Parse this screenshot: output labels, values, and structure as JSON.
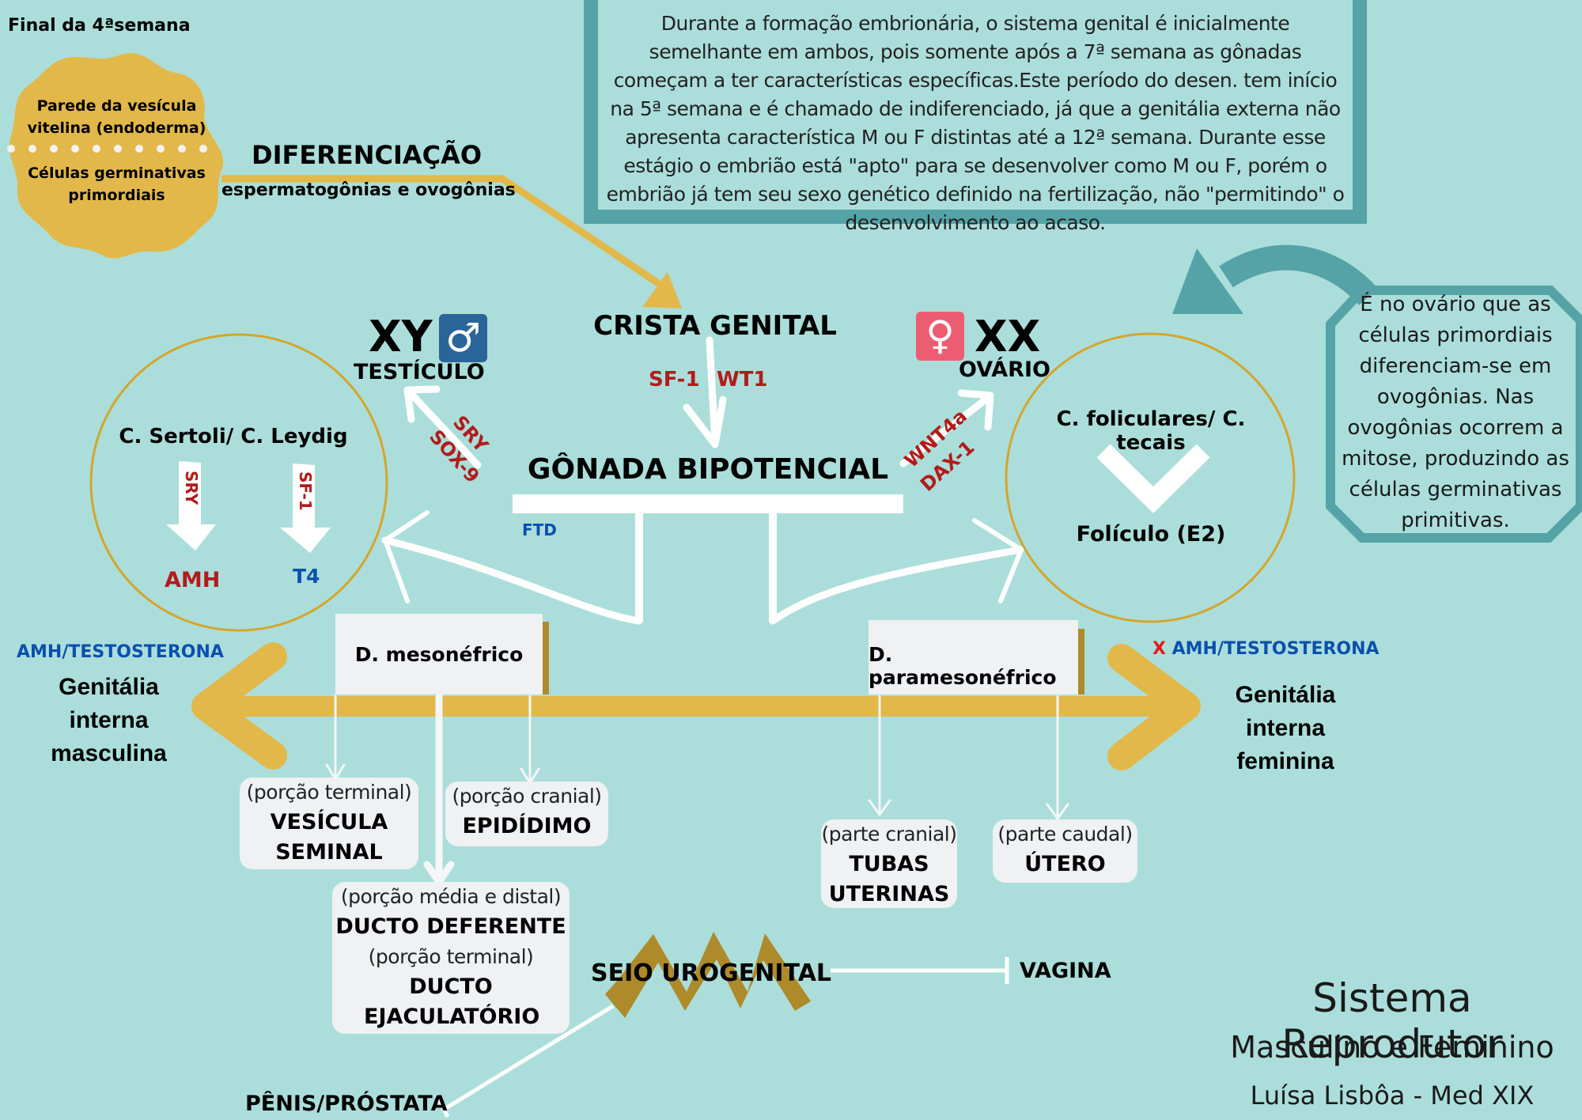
{
  "week_label": "Final da 4ªsemana",
  "badge": {
    "top_text": "Parede da vesícula vitelina (endoderma)",
    "bottom_text": "Células germinativas primordiais"
  },
  "differentiation": {
    "title": "DIFERENCIAÇÃO",
    "subtitle": "espermatogônias e ovogônias"
  },
  "intro_note": "Durante a formação embrionária, o sistema genital é inicialmente semelhante em ambos, pois somente após a 7ª semana as gônadas começam a ter características específicas.Este período do desen. tem início na 5ª semana e é chamado de indiferenciado, já que a genitália externa não apresenta característica M ou F distintas até a 12ª semana.  Durante esse estágio o embrião está \"apto\" para se desenvolver como M ou F, porém o embrião já tem seu sexo genético definido na fertilização, não \"permitindo\" o desenvolvimento ao acaso.",
  "crista": {
    "title": "CRISTA GENITAL",
    "factor_left": "SF-1",
    "factor_right": "WT1"
  },
  "gonada": {
    "title": "GÔNADA BIPOTENCIAL",
    "ftd": "FTD"
  },
  "male": {
    "karyotype": "XY",
    "symbol": "♂",
    "organ": "TESTÍCULO",
    "factor_1": "SRY",
    "factor_2": "SOX-9",
    "cells": "C. Sertoli/ C. Leydig",
    "arrow_left_label": "SRY",
    "arrow_right_label": "SF-1",
    "product_left": "AMH",
    "product_right": "T4",
    "hormone_label": "AMH/TESTOSTERONA",
    "internal_label": "Genitália interna masculina",
    "duct": "D. mesonéfrico",
    "derivatives": [
      {
        "sub": "(porção terminal)",
        "main": "VESÍCULA SEMINAL"
      },
      {
        "sub": "(porção cranial)",
        "main": "EPIDÍDIMO"
      },
      {
        "sub": "(porção média e distal)",
        "main": "DUCTO DEFERENTE",
        "sub2": "(porção terminal)",
        "main2": "DUCTO EJACULATÓRIO"
      }
    ]
  },
  "female": {
    "karyotype": "XX",
    "symbol": "♀",
    "organ": "OVÁRIO",
    "factor_1": "WNT4a",
    "factor_2": "DAX-1",
    "cells": "C. foliculares/ C. tecais",
    "product": "Folículo (E2)",
    "hormone_prefix": "X",
    "hormone_label": "AMH/TESTOSTERONA",
    "internal_label": "Genitália interna feminina",
    "duct": "D. paramesonéfrico",
    "derivatives": [
      {
        "sub": "(parte cranial)",
        "main": "TUBAS UTERINAS"
      },
      {
        "sub": "(parte caudal)",
        "main": "ÚTERO"
      }
    ]
  },
  "ovary_note": "É no ovário que as células primordiais diferenciam-se em ovogônias. Nas ovogônias ocorrem a mitose, produzindo as células germinativas primitivas.",
  "urogenital": {
    "title": "SEIO UROGENITAL",
    "female_target": "VAGINA",
    "male_target": "PÊNIS/PRÓSTATA"
  },
  "footer": {
    "title": "Sistema Reprodutor",
    "subtitle": "Masculino e Feminino",
    "author": "Luísa Lisbôa - Med XIX"
  },
  "colors": {
    "background": "#abdeda",
    "gold": "#e2b84a",
    "teal": "#55a3a6",
    "red": "#b31b1b",
    "blue": "#0a4fb0",
    "male_icon": "#2a6599",
    "female_icon": "#ec5d71",
    "bronze": "#ae8a2a"
  }
}
